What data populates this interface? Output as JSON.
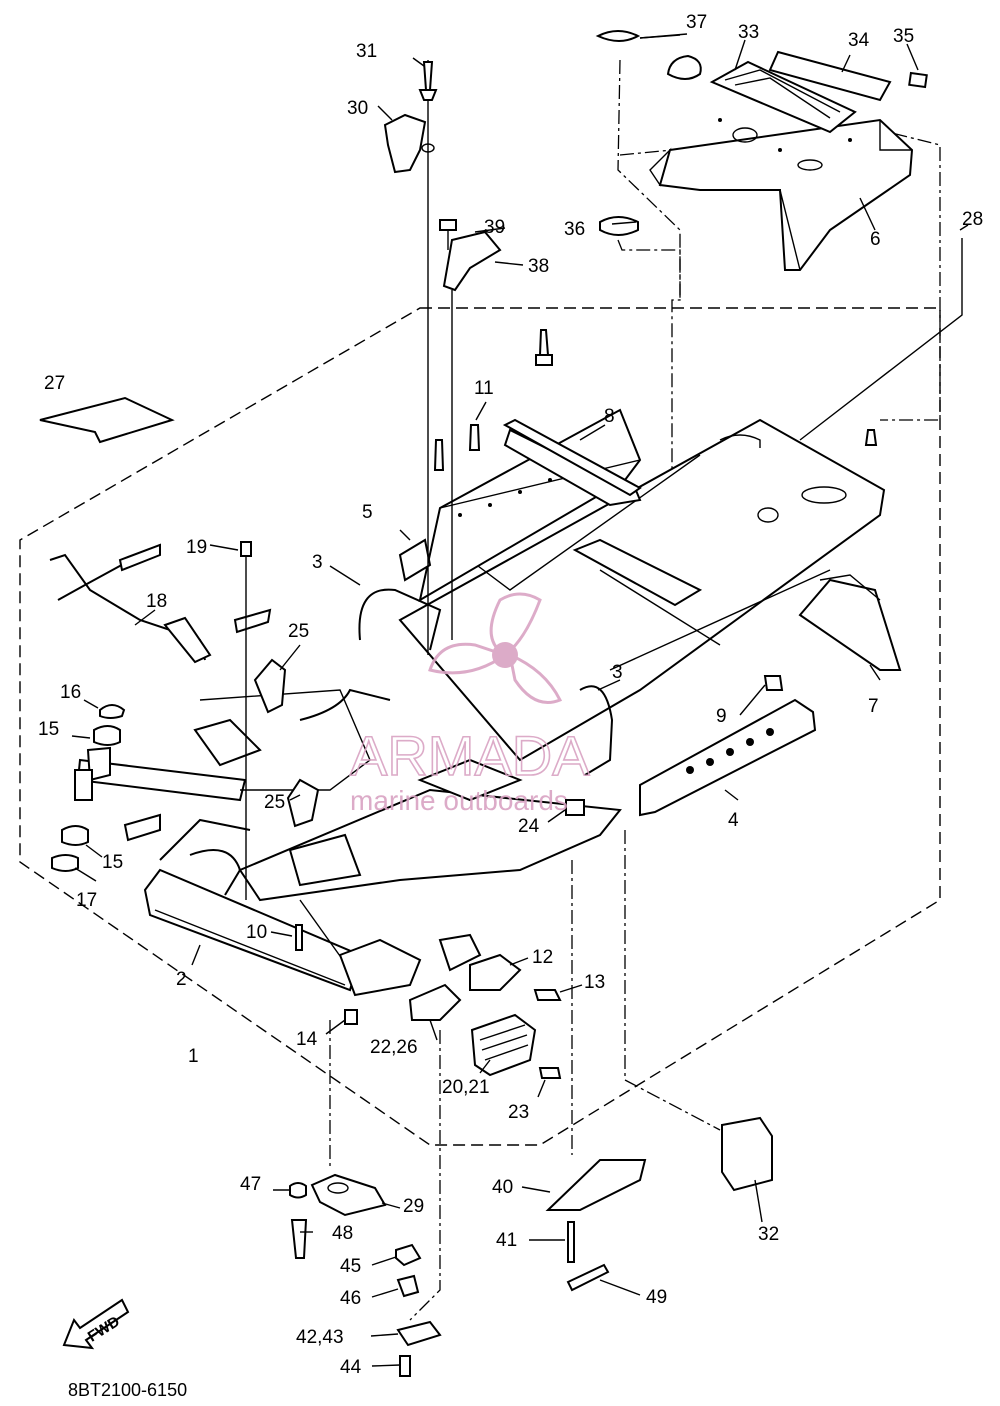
{
  "diagram": {
    "code": "8BT2100-6150",
    "fwd_label": "FWD",
    "watermark": {
      "title": "ARMADA",
      "subtitle": "marine outboards",
      "color": "#d9a3c3"
    },
    "callouts": {
      "c1": "1",
      "c2": "2",
      "c3a": "3",
      "c3b": "3",
      "c4": "4",
      "c5": "5",
      "c6": "6",
      "c7": "7",
      "c8": "8",
      "c9": "9",
      "c10": "10",
      "c11": "11",
      "c12": "12",
      "c13": "13",
      "c14": "14",
      "c15a": "15",
      "c15b": "15",
      "c16": "16",
      "c17": "17",
      "c18": "18",
      "c19": "19",
      "c20": "20,21",
      "c22": "22,26",
      "c23": "23",
      "c24": "24",
      "c25a": "25",
      "c25b": "25",
      "c27": "27",
      "c28": "28",
      "c29": "29",
      "c30": "30",
      "c31": "31",
      "c32": "32",
      "c33": "33",
      "c34": "34",
      "c35": "35",
      "c36": "36",
      "c37": "37",
      "c38": "38",
      "c39": "39",
      "c40": "40",
      "c41": "41",
      "c42": "42,43",
      "c44": "44",
      "c45": "45",
      "c46": "46",
      "c47": "47",
      "c48": "48",
      "c49": "49"
    }
  }
}
